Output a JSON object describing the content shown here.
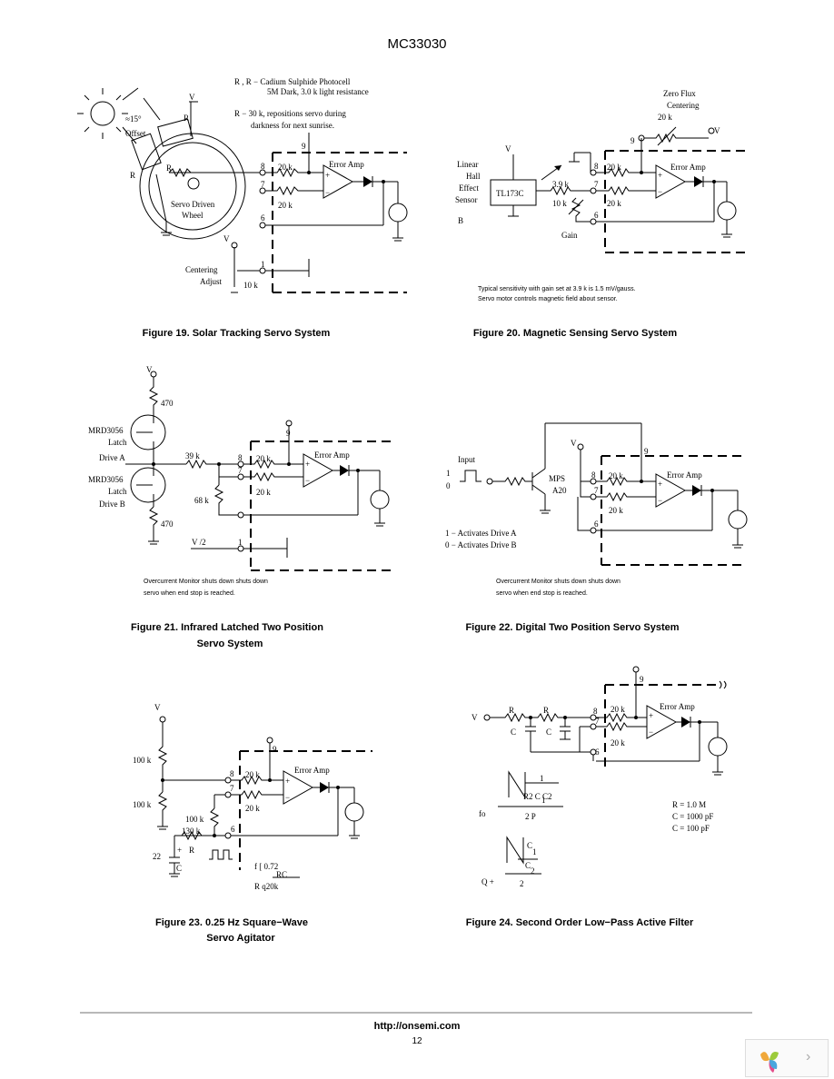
{
  "header": {
    "part": "MC33030"
  },
  "figures": {
    "f19": {
      "caption": "Figure 19. Solar Tracking Servo System",
      "lbl_r1r2": "R , R  −  Cadium Sulphide Photocell",
      "lbl_dark": "5M Dark, 3.0 k light resistance",
      "lbl_r3": "R  −  30 k, repositions servo during",
      "lbl_r3b": "darkness for next sunrise.",
      "lbl_15": "≈15°",
      "lbl_offset": "Offset",
      "lbl_r": "R",
      "lbl_vcc": "V",
      "lbl_pin9": "9",
      "lbl_pin8": "8",
      "lbl_pin7": "7",
      "lbl_pin6": "6",
      "lbl_pin1": "1",
      "lbl_20k": "20 k",
      "lbl_errAmp": "Error Amp",
      "lbl_servo": "Servo Driven",
      "lbl_wheel": "Wheel",
      "lbl_centering": "Centering",
      "lbl_adjust": "Adjust",
      "lbl_10k": "10 k",
      "lbl_plus": "+",
      "lbl_minus": "−"
    },
    "f20": {
      "caption": "Figure 20. Magnetic Sensing Servo System",
      "lbl_zero": "Zero Flux",
      "lbl_centering": "Centering",
      "lbl_20k": "20 k",
      "lbl_vcc": "V",
      "lbl_linear": "Linear",
      "lbl_hall": "Hall",
      "lbl_effect": "Effect",
      "lbl_sensor": "Sensor",
      "lbl_b": "B",
      "lbl_tl": "TL173C",
      "lbl_39k": "3.9 k",
      "lbl_10k": "10 k",
      "lbl_gain": "Gain",
      "lbl_errAmp": "Error Amp",
      "lbl_pin9": "9",
      "lbl_pin8": "8",
      "lbl_pin7": "7",
      "lbl_pin6": "6",
      "note1": "Typical sensitivity with gain set at 3.9 k is 1.5 mV/gauss.",
      "note2": "Servo motor controls magnetic field about sensor.",
      "lbl_plus": "+",
      "lbl_minus": "−"
    },
    "f21": {
      "caption1": "Figure 21. Infrared Latched Two Position",
      "caption2": "Servo System",
      "lbl_vcc": "V",
      "lbl_470a": "470",
      "lbl_470b": "470",
      "lbl_mrd1": "MRD3056",
      "lbl_latch1": "Latch",
      "lbl_drivea": "Drive A",
      "lbl_mrd2": "MRD3056",
      "lbl_latch2": "Latch",
      "lbl_driveb": "Drive B",
      "lbl_39k": "39 k",
      "lbl_68k": "68 k",
      "lbl_20k": "20 k",
      "lbl_errAmp": "Error Amp",
      "lbl_vcc2": "V    /2",
      "lbl_pin9": "9",
      "lbl_pin8": "8",
      "lbl_pin7": "7",
      "lbl_pin1": "1",
      "note1": "Overcurrent Monitor shuts down shuts down",
      "note2": "servo when end stop is reached.",
      "lbl_plus": "+",
      "lbl_minus": "−"
    },
    "f22": {
      "caption": "Figure 22. Digital Two Position Servo System",
      "lbl_input": "Input",
      "lbl_1": "1",
      "lbl_0": "0",
      "lbl_mps": "MPS",
      "lbl_a20": "A20",
      "lbl_vcc": "V",
      "lbl_20k": "20 k",
      "lbl_errAmp": "Error Amp",
      "lbl_pin9": "9",
      "lbl_pin8": "8",
      "lbl_pin7": "7",
      "lbl_pin6": "6",
      "lbl_act1": "1  −  Activates Drive A",
      "lbl_act0": "0  −  Activates Drive B",
      "note1": "Overcurrent Monitor shuts down shuts down",
      "note2": "servo when end stop is reached.",
      "lbl_plus": "+",
      "lbl_minus": "−"
    },
    "f23": {
      "caption1": "Figure 23. 0.25 Hz Square−Wave",
      "caption2": "Servo Agitator",
      "lbl_vcc": "V",
      "lbl_100ka": "100 k",
      "lbl_100kb": "100 k",
      "lbl_100kc": "100 k",
      "lbl_130k": "130 k",
      "lbl_r": "R",
      "lbl_22": "22",
      "lbl_c": "C",
      "lbl_plus_c": "+",
      "lbl_20k": "20 k",
      "lbl_errAmp": "Error Amp",
      "lbl_pin9": "9",
      "lbl_pin8": "8",
      "lbl_pin7": "7",
      "lbl_pin6": "6",
      "lbl_f": "f   [ 0.72",
      "lbl_rc": "RC",
      "lbl_rq": "R  q20k",
      "lbl_plus": "+",
      "lbl_minus": "−"
    },
    "f24": {
      "caption": "Figure 24. Second Order Low−Pass Active Filter",
      "lbl_vin": "V",
      "lbl_r1": "R",
      "lbl_r2": "R",
      "lbl_c1": "C",
      "lbl_c2": "C",
      "lbl_20k": "20 k",
      "lbl_errAmp": "Error Amp",
      "lbl_pin9": "9",
      "lbl_pin8": "8",
      "lbl_pin7": "7",
      "lbl_pin6": "6",
      "lbl_fo": "fo",
      "lbl_one": "1",
      "lbl_r2c": "R2  C  C2",
      "lbl_c1sub": "1",
      "lbl_2p": "2 P",
      "lbl_q": "Q  +",
      "lbl_c1b": "C",
      "lbl_c1bsub": "1",
      "lbl_c2b": "C",
      "lbl_c2bsub": "2",
      "lbl_2": "2",
      "lbl_rval": "R = 1.0 M",
      "lbl_c1val": "C   = 1000 pF",
      "lbl_c2val": "C   = 100 pF",
      "lbl_plus": "+",
      "lbl_minus": "−"
    }
  },
  "footer": {
    "url": "http://onsemi.com",
    "page": "12"
  },
  "nav": {
    "next_icon": "chevron-right-icon",
    "logo_icon": "flower-logo-icon"
  }
}
